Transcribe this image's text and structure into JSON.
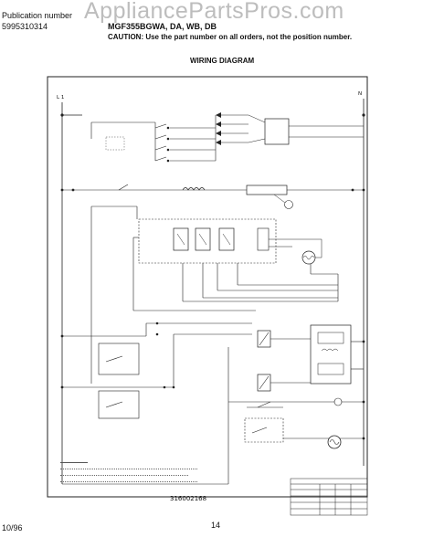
{
  "watermark": "AppliancePartsPros.com",
  "header": {
    "publication_label": "Publication number",
    "publication_number": "5995310314",
    "model_numbers": "MGF355BGWA, DA, WB, DB",
    "caution": "CAUTION: Use the part number on all orders, not the position number."
  },
  "diagram": {
    "title": "WIRING DIAGRAM",
    "line_label": "L 1",
    "neutral_label": "N",
    "part_number": "316002168"
  },
  "footer": {
    "date": "10/96",
    "page_number": "14"
  }
}
